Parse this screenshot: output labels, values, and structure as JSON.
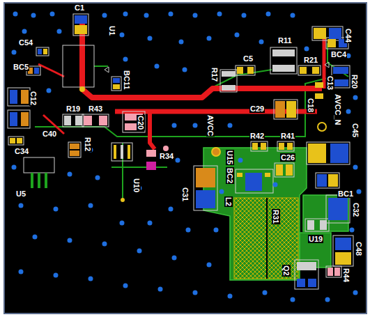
{
  "diagram": {
    "labels": [
      "C1",
      "C54",
      "U1",
      "BC5",
      "C12",
      "C40",
      "C34",
      "R19",
      "R43",
      "BC11",
      "C20",
      "R12",
      "U5",
      "U10",
      "R34",
      "R11",
      "C5",
      "R17",
      "R21",
      "C44",
      "BC4",
      "R20",
      "C29",
      "C13",
      "C18",
      "AVCC_N",
      "C45",
      "AVCC",
      "R42",
      "R41",
      "U15",
      "BC2",
      "C26",
      "BC1",
      "C31",
      "L2",
      "R31",
      "U19",
      "C32",
      "C48",
      "R44",
      "Q2"
    ]
  }
}
